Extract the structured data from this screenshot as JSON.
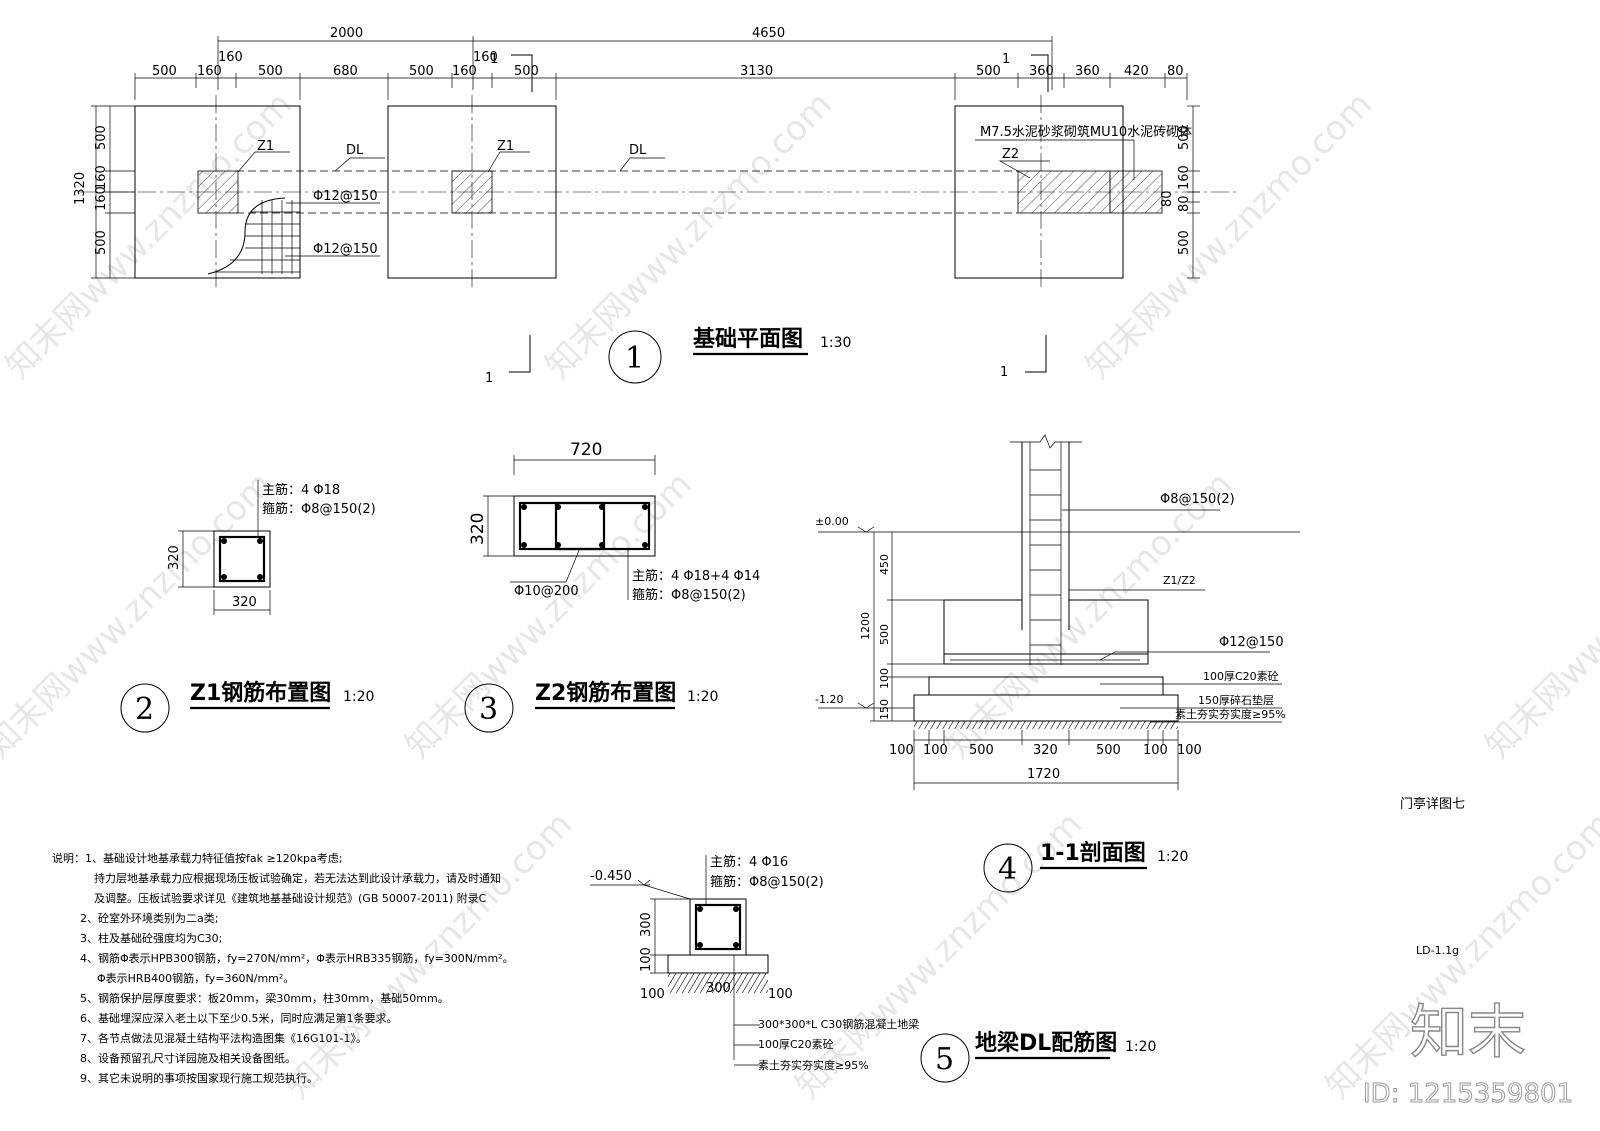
{
  "plan": {
    "dims_top1": [
      "2000",
      "4650"
    ],
    "dims_top2": [
      "160",
      "160"
    ],
    "dims_top3": [
      "500",
      "160",
      "500",
      "680",
      "500",
      "160",
      "500",
      "3130",
      "500",
      "360",
      "360",
      "420",
      "80"
    ],
    "dims_left": [
      "1320",
      "500",
      "160",
      "160",
      "500"
    ],
    "dims_right": [
      "500",
      "160",
      "80",
      "80",
      "500"
    ],
    "labels": {
      "z1_a": "Z1",
      "z1_b": "Z1",
      "z2": "Z2",
      "dl_a": "DL",
      "dl_b": "DL",
      "rebar_1": "Φ12@150",
      "rebar_2": "Φ12@150",
      "masonry": "M7.5水泥砂浆砌筑MU10水泥砖砌体"
    },
    "section_marks": [
      "1",
      "1",
      "1",
      "1"
    ],
    "title": "基础平面图",
    "scale": "1:30",
    "number": "1"
  },
  "z1": {
    "main_bar": "主筋：4 Φ18",
    "stirrup": "箍筋：Φ8@150(2)",
    "dim_h": "320",
    "dim_w": "320",
    "title": "Z1钢筋布置图",
    "scale": "1:20",
    "number": "2"
  },
  "z2": {
    "dim_w": "720",
    "dim_h": "320",
    "tie": "Φ10@200",
    "main_bar": "主筋：4 Φ18+4 Φ14",
    "stirrup": "箍筋：Φ8@150(2)",
    "title": "Z2钢筋布置图",
    "scale": "1:20",
    "number": "3"
  },
  "section": {
    "elev_top": "±0.00",
    "elev_bottom": "-1.20",
    "stirrup": "Φ8@150(2)",
    "column": "Z1/Z2",
    "rebar": "Φ12@150",
    "layer1": "100厚C20素砼",
    "layer2": "150厚碎石垫层",
    "layer3": "素土夯实夯实度≥95%",
    "dims_v": [
      "450",
      "1200",
      "500",
      "100",
      "150"
    ],
    "dims_h": [
      "100",
      "100",
      "500",
      "320",
      "500",
      "100",
      "100"
    ],
    "dim_total": "1720",
    "title": "1-1剖面图",
    "scale": "1:20",
    "number": "4"
  },
  "beam": {
    "elev": "-0.450",
    "main_bar": "主筋：4 Φ16",
    "stirrup": "箍筋：Φ8@150(2)",
    "dims_v": [
      "300",
      "100"
    ],
    "dims_h": [
      "100",
      "300",
      "100"
    ],
    "note1": "300*300*L C30钢筋混凝土地梁",
    "note2": "100厚C20素砼",
    "note3": "素土夯实夯实度≥95%",
    "title": "地梁DL配筋图",
    "scale": "1:20",
    "number": "5"
  },
  "notes": [
    "说明：1、基础设计地基承载力特征值按fak ≥120kpa考虑;",
    "持力层地基承载力应根据现场压板试验确定，若无法达到此设计承载力，请及时通知",
    "及调整。压板试验要求详见《建筑地基基础设计规范》(GB 50007-2011) 附录C",
    "2、砼室外环境类别为二a类;",
    "3、柱及基础砼强度均为C30;",
    "4、钢筋Φ表示HPB300钢筋，fy=270N/mm²，Φ表示HRB335钢筋，fy=300N/mm²。",
    "Φ表示HRB400钢筋，fy=360N/mm²。",
    "5、钢筋保护层厚度要求：板20mm，梁30mm，柱30mm，基础50mm。",
    "6、基础埋深应深入老土以下至少0.5米，同时应满足第1条要求。",
    "7、各节点做法见混凝土结构平法构造图集《16G101-1》。",
    "8、设备预留孔尺寸详园施及相关设备图纸。",
    "9、其它未说明的事项按国家现行施工规范执行。"
  ],
  "sheet": {
    "name": "门亭详图七",
    "code": "LD-1.1g"
  },
  "brand": {
    "logo": "知末",
    "id": "ID: 1215359801",
    "watermark": "知末网www.znzmo.com"
  }
}
